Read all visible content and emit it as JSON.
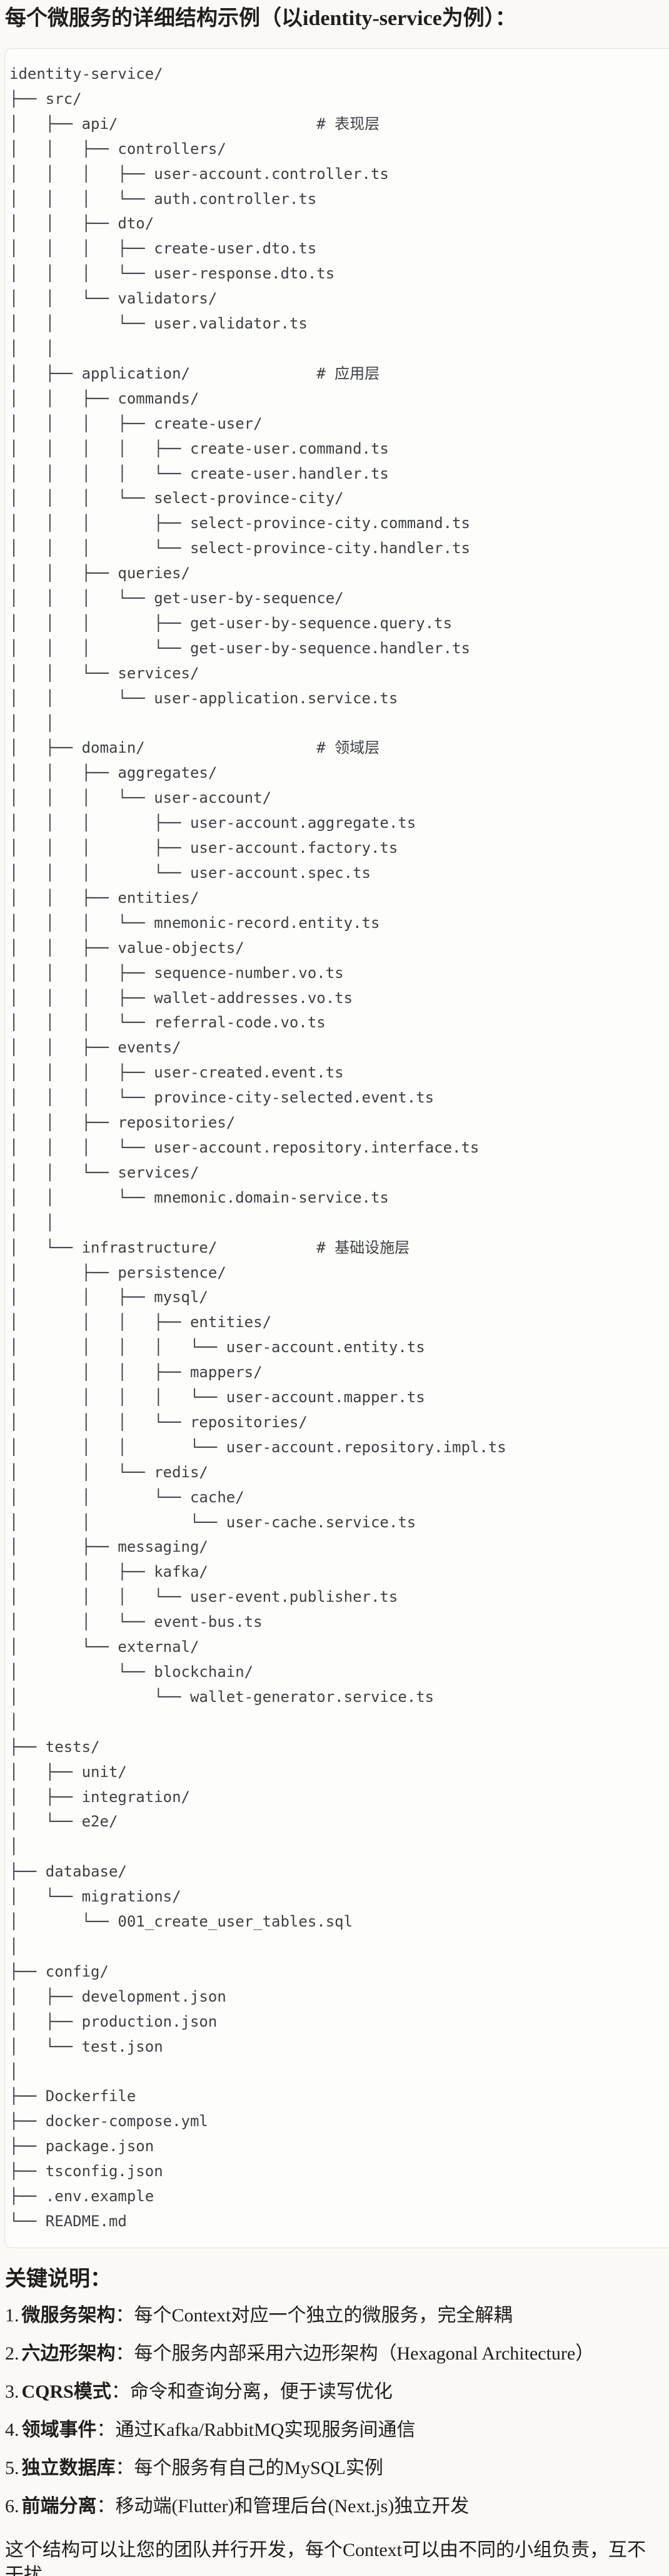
{
  "theme": {
    "page_bg": "#FAF9F5",
    "code_bg": "#FDFDFB",
    "code_border": "#E3E1DA",
    "code_text": "#3D4045",
    "heading_text": "#1F1E1B"
  },
  "header": {
    "title": "每个微服务的详细结构示例（以identity-service为例）："
  },
  "code_block": {
    "lines": [
      "identity-service/",
      "├── src/",
      "│   ├── api/                      # 表现层",
      "│   │   ├── controllers/",
      "│   │   │   ├── user-account.controller.ts",
      "│   │   │   └── auth.controller.ts",
      "│   │   ├── dto/",
      "│   │   │   ├── create-user.dto.ts",
      "│   │   │   └── user-response.dto.ts",
      "│   │   └── validators/",
      "│   │       └── user.validator.ts",
      "│   │",
      "│   ├── application/              # 应用层",
      "│   │   ├── commands/",
      "│   │   │   ├── create-user/",
      "│   │   │   │   ├── create-user.command.ts",
      "│   │   │   │   └── create-user.handler.ts",
      "│   │   │   └── select-province-city/",
      "│   │   │       ├── select-province-city.command.ts",
      "│   │   │       └── select-province-city.handler.ts",
      "│   │   ├── queries/",
      "│   │   │   └── get-user-by-sequence/",
      "│   │   │       ├── get-user-by-sequence.query.ts",
      "│   │   │       └── get-user-by-sequence.handler.ts",
      "│   │   └── services/",
      "│   │       └── user-application.service.ts",
      "│   │",
      "│   ├── domain/                   # 领域层",
      "│   │   ├── aggregates/",
      "│   │   │   └── user-account/",
      "│   │   │       ├── user-account.aggregate.ts",
      "│   │   │       ├── user-account.factory.ts",
      "│   │   │       └── user-account.spec.ts",
      "│   │   ├── entities/",
      "│   │   │   └── mnemonic-record.entity.ts",
      "│   │   ├── value-objects/",
      "│   │   │   ├── sequence-number.vo.ts",
      "│   │   │   ├── wallet-addresses.vo.ts",
      "│   │   │   └── referral-code.vo.ts",
      "│   │   ├── events/",
      "│   │   │   ├── user-created.event.ts",
      "│   │   │   └── province-city-selected.event.ts",
      "│   │   ├── repositories/",
      "│   │   │   └── user-account.repository.interface.ts",
      "│   │   └── services/",
      "│   │       └── mnemonic.domain-service.ts",
      "│   │",
      "│   └── infrastructure/           # 基础设施层",
      "│       ├── persistence/",
      "│       │   ├── mysql/",
      "│       │   │   ├── entities/",
      "│       │   │   │   └── user-account.entity.ts",
      "│       │   │   ├── mappers/",
      "│       │   │   │   └── user-account.mapper.ts",
      "│       │   │   └── repositories/",
      "│       │   │       └── user-account.repository.impl.ts",
      "│       │   └── redis/",
      "│       │       └── cache/",
      "│       │           └── user-cache.service.ts",
      "│       ├── messaging/",
      "│       │   ├── kafka/",
      "│       │   │   └── user-event.publisher.ts",
      "│       │   └── event-bus.ts",
      "│       └── external/",
      "│           └── blockchain/",
      "│               └── wallet-generator.service.ts",
      "│",
      "├── tests/",
      "│   ├── unit/",
      "│   ├── integration/",
      "│   └── e2e/",
      "│",
      "├── database/",
      "│   └── migrations/",
      "│       └── 001_create_user_tables.sql",
      "│",
      "├── config/",
      "│   ├── development.json",
      "│   ├── production.json",
      "│   └── test.json",
      "│",
      "├── Dockerfile",
      "├── docker-compose.yml",
      "├── package.json",
      "├── tsconfig.json",
      "├── .env.example",
      "└── README.md"
    ]
  },
  "notes": {
    "heading": "关键说明：",
    "items": [
      {
        "num": "1.",
        "term": "微服务架构",
        "rest": "：每个Context对应一个独立的微服务，完全解耦"
      },
      {
        "num": "2.",
        "term": "六边形架构",
        "rest": "：每个服务内部采用六边形架构（Hexagonal Architecture）"
      },
      {
        "num": "3.",
        "term": "CQRS模式",
        "rest": "：命令和查询分离，便于读写优化"
      },
      {
        "num": "4.",
        "term": "领域事件",
        "rest": "：通过Kafka/RabbitMQ实现服务间通信"
      },
      {
        "num": "5.",
        "term": "独立数据库",
        "rest": "：每个服务有自己的MySQL实例"
      },
      {
        "num": "6.",
        "term": "前端分离",
        "rest": "：移动端(Flutter)和管理后台(Next.js)独立开发"
      }
    ],
    "footer": "这个结构可以让您的团队并行开发，每个Context可以由不同的小组负责，互不干扰。"
  }
}
